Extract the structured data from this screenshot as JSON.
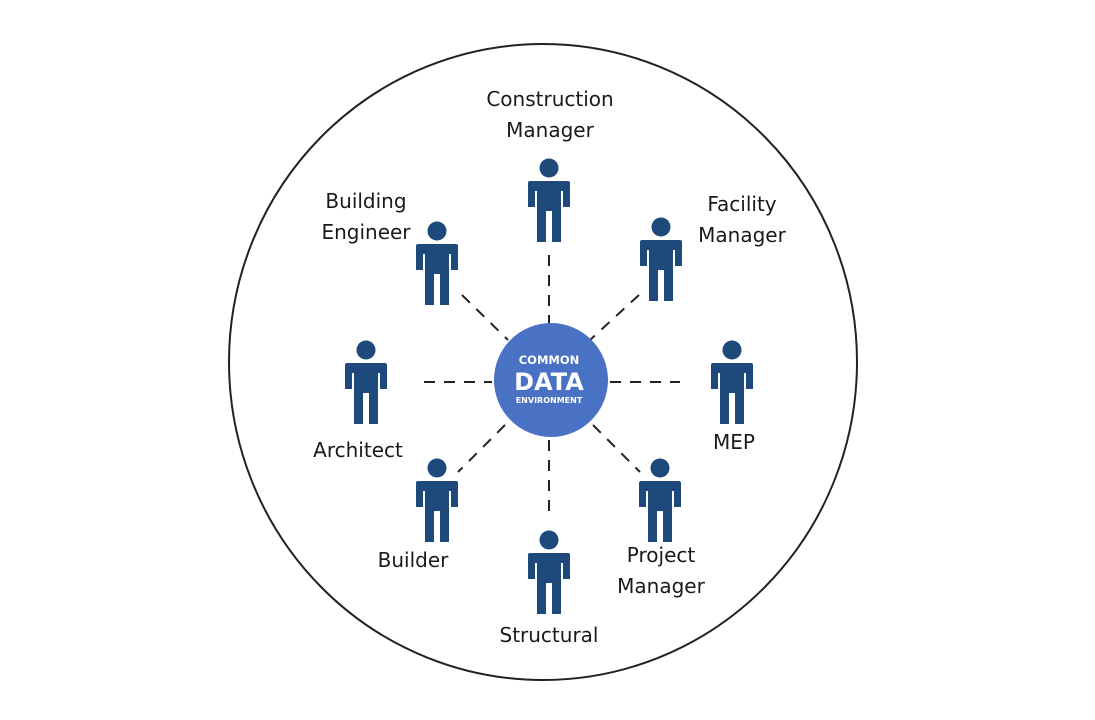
{
  "center": {
    "line1": "COMMON",
    "line2": "DATA",
    "line3": "ENVIRONMENT"
  },
  "roles": {
    "construction_manager": {
      "line1": "Construction",
      "line2": "Manager"
    },
    "facility_manager": {
      "line1": "Facility",
      "line2": "Manager"
    },
    "mep": {
      "line1": "MEP"
    },
    "project_manager": {
      "line1": "Project",
      "line2": "Manager"
    },
    "structural": {
      "line1": "Structural"
    },
    "builder": {
      "line1": "Builder"
    },
    "architect": {
      "line1": "Architect"
    },
    "building_engineer": {
      "line1": "Building",
      "line2": "Engineer"
    }
  },
  "colors": {
    "person": "#1d4a7a",
    "hub": "#4a72c4",
    "outer_circle": "#222222",
    "connector": "#222222"
  }
}
